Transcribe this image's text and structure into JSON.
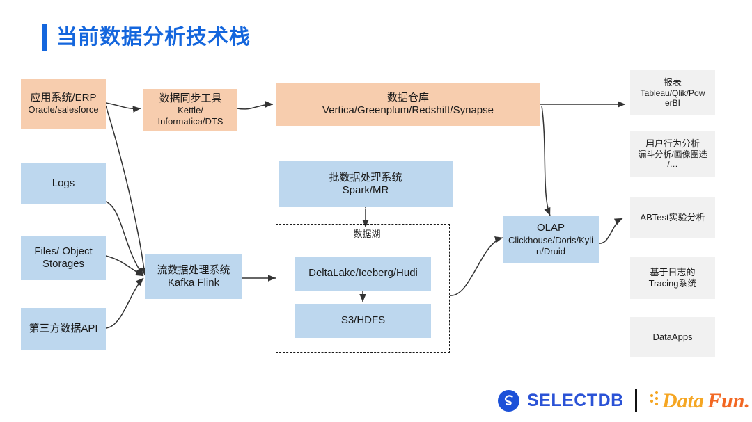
{
  "page": {
    "title": "当前数据分析技术栈",
    "accent_color": "#1466dd",
    "peach_color": "#f7cdae",
    "blue_color": "#bdd7ee",
    "grey_color": "#f1f1f1"
  },
  "sources": [
    {
      "line1": "应用系统/ERP",
      "line2": "Oracle/salesforce",
      "color": "#f7cdae"
    },
    {
      "line1": "Logs",
      "line2": "",
      "color": "#bdd7ee"
    },
    {
      "line1": "Files/ Object",
      "line2": "Storages",
      "color": "#bdd7ee"
    },
    {
      "line1": "第三方数据API",
      "line2": "",
      "color": "#bdd7ee"
    }
  ],
  "pipeline": {
    "sync_tool": {
      "line1": "数据同步工具",
      "line2": "Kettle/",
      "line3": "Informatica/DTS",
      "color": "#f7cdae"
    },
    "warehouse": {
      "line1": "数据仓库",
      "line2": "Vertica/Greenplum/Redshift/Synapse",
      "color": "#f7cdae"
    },
    "batch": {
      "line1": "批数据处理系统",
      "line2": "Spark/MR",
      "color": "#bdd7ee"
    },
    "stream": {
      "line1": "流数据处理系统",
      "line2": "Kafka   Flink",
      "color": "#bdd7ee"
    },
    "olap": {
      "line1": "OLAP",
      "line2": "Clickhouse/Doris/Kyli",
      "line3": "n/Druid",
      "color": "#bdd7ee"
    }
  },
  "data_lake": {
    "label": "数据湖",
    "items": [
      {
        "line1": "DeltaLake/Iceberg/Hudi",
        "color": "#bdd7ee"
      },
      {
        "line1": "S3/HDFS",
        "color": "#bdd7ee"
      }
    ]
  },
  "applications": [
    {
      "line1": "报表",
      "line2": "Tableau/Qlik/Pow",
      "line3": "erBI"
    },
    {
      "line1": "用户行为分析",
      "line2": "漏斗分析/画像圈选",
      "line3": "/…"
    },
    {
      "line1": "ABTest实验分析",
      "line2": "",
      "line3": ""
    },
    {
      "line1": "基于日志的",
      "line2": "Tracing系统",
      "line3": ""
    },
    {
      "line1": "DataApps",
      "line2": "",
      "line3": ""
    }
  ],
  "footer": {
    "selectdb": "SELECTDB",
    "datafun": "DataFun."
  }
}
